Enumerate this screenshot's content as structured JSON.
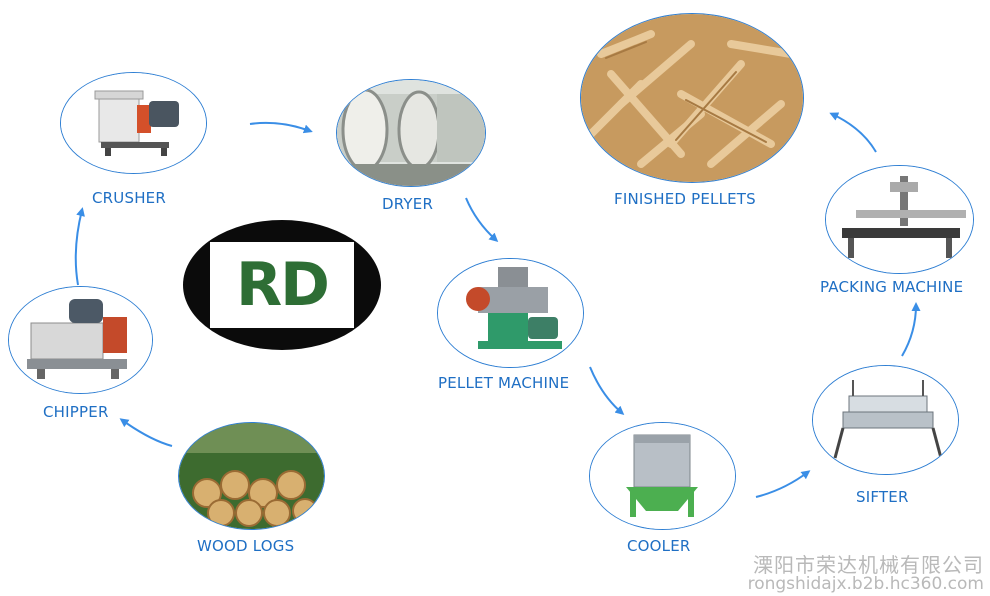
{
  "logo": {
    "text": "RD",
    "color": "#2e6e35"
  },
  "stages": {
    "wood_logs": "WOOD LOGS",
    "chipper": "CHIPPER",
    "crusher": "CRUSHER",
    "dryer": "DRYER",
    "pellet_machine": "PELLET MACHINE",
    "cooler": "COOLER",
    "sifter": "SIFTER",
    "packing_machine": "PACKING MACHINE",
    "finished_pellets": "FINISHED PELLETS"
  },
  "watermark": {
    "company": "溧阳市荣达机械有限公司",
    "url": "rongshidajx.b2b.hc360.com"
  },
  "colors": {
    "label": "#1f6fc4",
    "outline": "#2f7fd3",
    "arrow": "#3a8ee6",
    "watermark": "#b9b9b9"
  }
}
